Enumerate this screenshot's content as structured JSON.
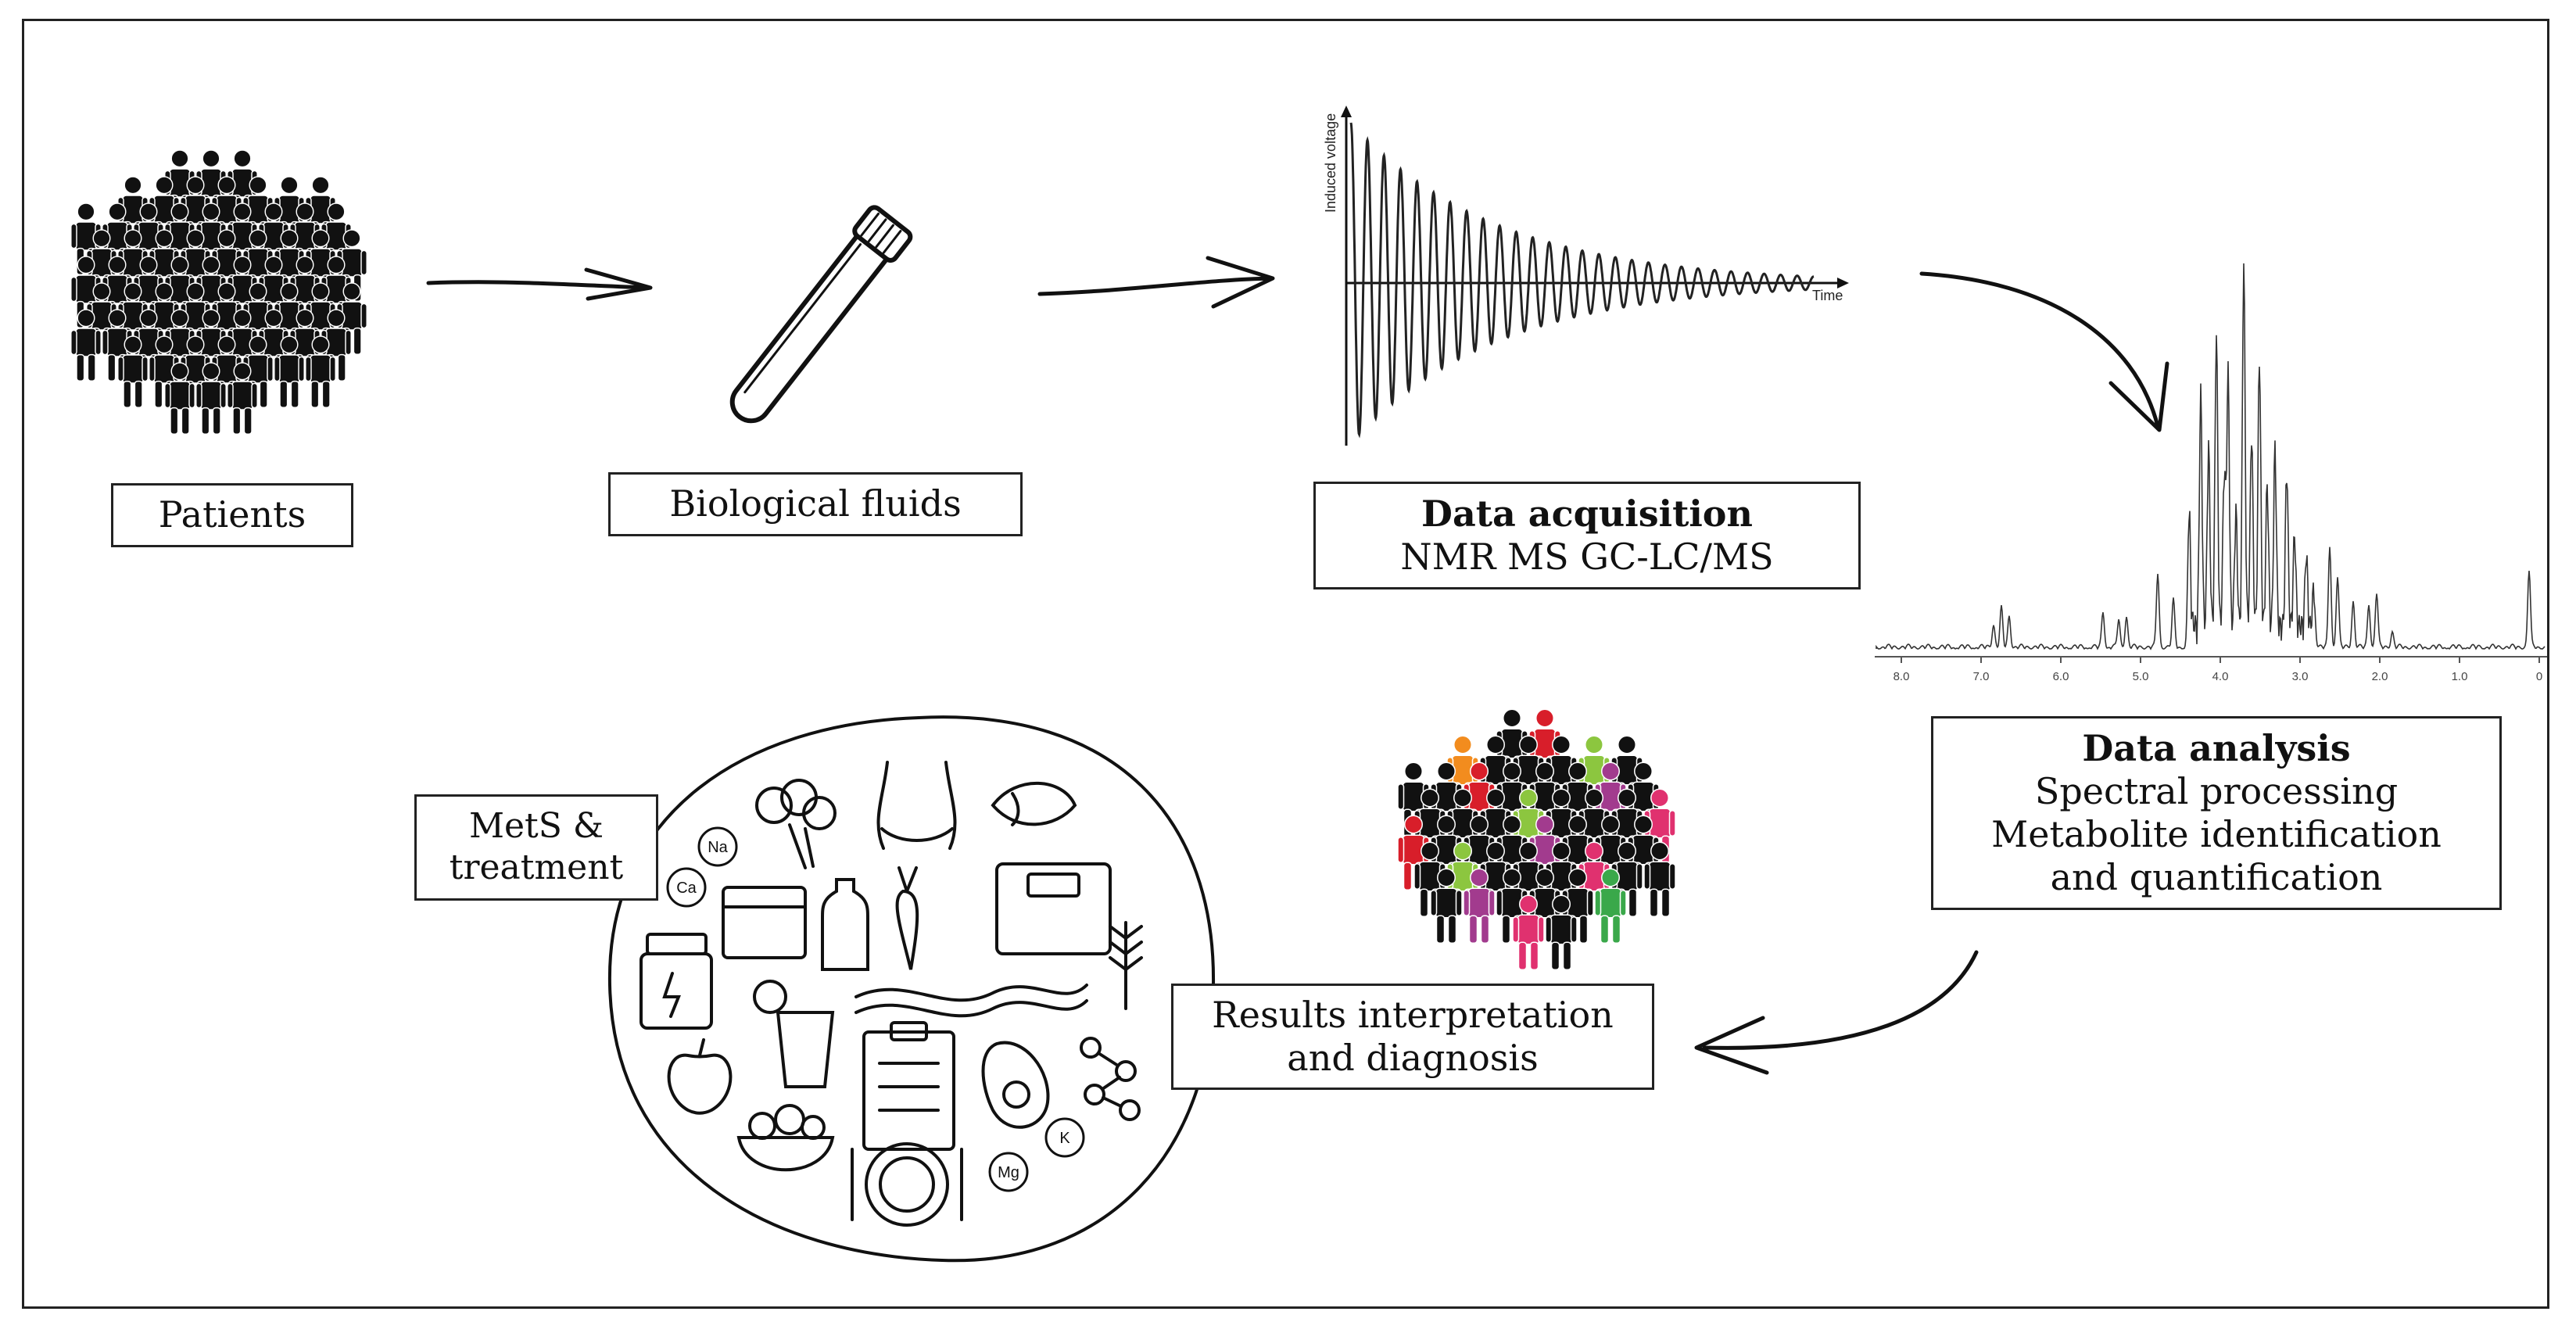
{
  "steps": {
    "patients": "Patients",
    "fluids": "Biological fluids",
    "acquisition": {
      "title": "Data acquisition",
      "methods": "NMR MS GC-LC/MS"
    },
    "analysis": {
      "title": "Data analysis",
      "line1": "Spectral processing",
      "line2": "Metabolite identification",
      "line3": "and quantification"
    },
    "results": {
      "line1": "Results interpretation",
      "line2": "and diagnosis"
    },
    "mets": {
      "line1": "MetS &",
      "line2": "treatment"
    }
  },
  "fid_plot": {
    "ylabel": "Induced voltage",
    "xlabel": "Time"
  },
  "spectrum": {
    "ticks": [
      "8.0",
      "7.0",
      "6.0",
      "5.0",
      "4.0",
      "3.0",
      "2.0",
      "1.0",
      "0"
    ]
  },
  "icons": {
    "crowd_colors": [
      "#1f6fb5",
      "#e0316f",
      "#f28c1e",
      "#3aa84a",
      "#d81e2a",
      "#7a6a5a",
      "#8cc63f",
      "#2aa3a0",
      "#a23b8e"
    ],
    "diet_labels": [
      "Na",
      "Ca",
      "K",
      "Mg"
    ]
  }
}
